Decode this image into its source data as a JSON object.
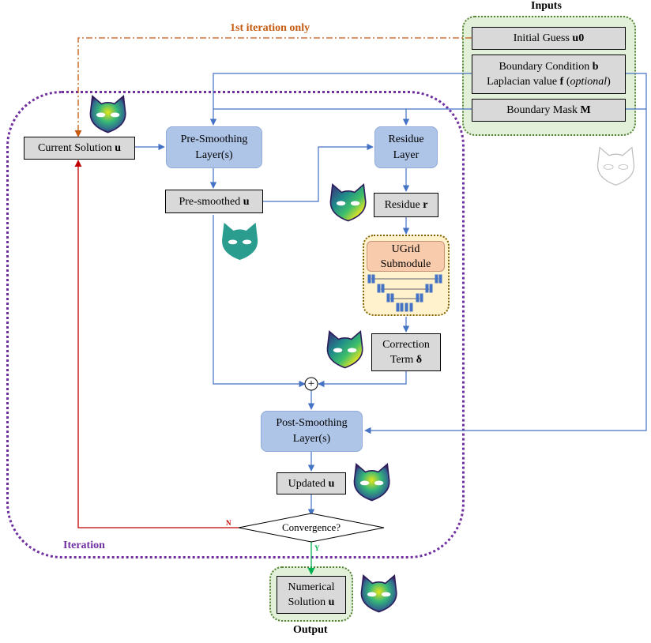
{
  "inputs": {
    "title": "Inputs",
    "initial_guess": "Initial  Guess  ",
    "initial_guess_sym": "u0",
    "boundary_condition": "Boundary  Condition  ",
    "boundary_condition_sym": "b",
    "laplacian": "Laplacian value  ",
    "laplacian_sym": "f",
    "optional": "optional",
    "boundary_mask": "Boundary  Mask  ",
    "boundary_mask_sym": "M"
  },
  "first_iteration_only": "1st iteration  only",
  "iteration_label": "Iteration",
  "nodes": {
    "current_solution": "Current  Solution  ",
    "current_solution_sym": "u",
    "pre_smoothing_line1": "Pre-Smoothing",
    "pre_smoothing_line2": "Layer(s)",
    "pre_smoothed": "Pre-smoothed  ",
    "pre_smoothed_sym": "u",
    "residue_layer_line1": "Residue",
    "residue_layer_line2": "Layer",
    "residue": "Residue  ",
    "residue_sym": "r",
    "ugrid_line1": "UGrid",
    "ugrid_line2": "Submodule",
    "correction_line1": "Correction",
    "correction_line2": "Term  ",
    "correction_sym": "δ",
    "sum_symbol": "+",
    "post_smoothing_line1": "Post-Smoothing",
    "post_smoothing_line2": "Layer(s)",
    "updated": "Updated  ",
    "updated_sym": "u",
    "convergence": "Convergence?",
    "no_label": "N",
    "yes_label": "Y",
    "numerical_line1": "Numerical",
    "numerical_line2": "Solution  ",
    "numerical_sym": "u"
  },
  "output": {
    "title": "Output"
  },
  "colors": {
    "arrow_blue": "#4472c4",
    "arrow_red": "#c00000",
    "arrow_green": "#00b050",
    "dashdot_orange": "#c55a11",
    "iteration_purple": "#7030a0",
    "mask_teal": "#2a9d8f"
  }
}
